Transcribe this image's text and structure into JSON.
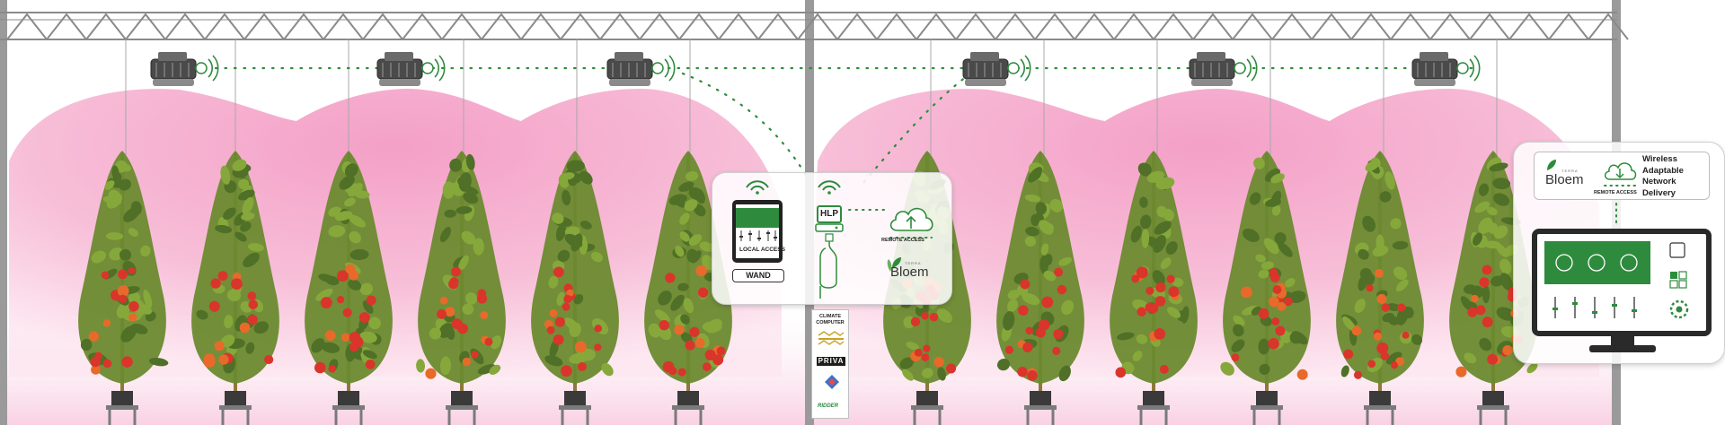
{
  "wand": {
    "label": "WAND",
    "local_access_label": "LOCAL ACCESS"
  },
  "hlp": {
    "label": "HLP"
  },
  "remote": {
    "label": "REMOTE ACCESS"
  },
  "brand": {
    "logo": "Bloem",
    "tagline": "TERRA"
  },
  "climate": {
    "label_line1": "CLIMATE",
    "label_line2": "COMPUTER",
    "vendors": [
      "PRIVA",
      "RIDDER"
    ]
  },
  "wand_acronym": [
    "Wireless",
    "Adaptable",
    "Network",
    "Delivery"
  ],
  "colors": {
    "accent_green": "#2e8b3d",
    "grow_light_pink": "#f5a9cc",
    "truss_grey": "#8a8a8a",
    "dotted_link": "#2e8b3d"
  },
  "icons": [
    "wifi-icon",
    "cloud-upload-icon",
    "cloud-download-icon",
    "tablet-icon",
    "monitor-icon",
    "grow-light-fixture-icon",
    "tomato-plant-icon",
    "power-cable-icon",
    "gear-icon"
  ]
}
